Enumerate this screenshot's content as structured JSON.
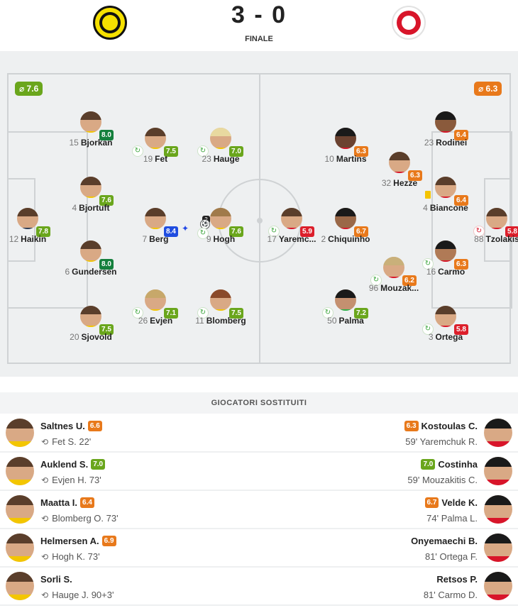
{
  "match": {
    "score": "3 - 0",
    "status": "FINALE",
    "home_team_rating": "⌀ 7.6",
    "away_team_rating": "⌀ 6.3"
  },
  "lineup": {
    "home": [
      {
        "num": "15",
        "name": "Bjorkan",
        "rating": "8.0",
        "color": "#15803d"
      },
      {
        "num": "19",
        "name": "Fet",
        "rating": "7.5",
        "color": "#6aa61c"
      },
      {
        "num": "23",
        "name": "Hauge",
        "rating": "7.0",
        "color": "#6aa61c"
      },
      {
        "num": "4",
        "name": "Bjortuft",
        "rating": "7.6",
        "color": "#6aa61c"
      },
      {
        "num": "12",
        "name": "Haikin",
        "rating": "7.8",
        "color": "#6aa61c"
      },
      {
        "num": "7",
        "name": "Berg",
        "rating": "8.4",
        "color": "#1f4de0"
      },
      {
        "num": "9",
        "name": "Hogh",
        "rating": "7.6",
        "color": "#6aa61c",
        "goals": "2"
      },
      {
        "num": "6",
        "name": "Gundersen",
        "rating": "8.0",
        "color": "#15803d"
      },
      {
        "num": "26",
        "name": "Evjen",
        "rating": "7.1",
        "color": "#6aa61c"
      },
      {
        "num": "11",
        "name": "Blomberg",
        "rating": "7.5",
        "color": "#6aa61c"
      },
      {
        "num": "20",
        "name": "Sjovold",
        "rating": "7.5",
        "color": "#6aa61c"
      }
    ],
    "away": [
      {
        "num": "23",
        "name": "Rodinei",
        "rating": "6.4",
        "color": "#e8791b"
      },
      {
        "num": "10",
        "name": "Martins",
        "rating": "6.3",
        "color": "#e8791b"
      },
      {
        "num": "32",
        "name": "Hezze",
        "rating": "6.3",
        "color": "#e8791b"
      },
      {
        "num": "4",
        "name": "Biancone",
        "rating": "6.4",
        "color": "#e8791b"
      },
      {
        "num": "88",
        "name": "Tzolakis",
        "rating": "5.8",
        "color": "#dc1f2b"
      },
      {
        "num": "17",
        "name": "Yaremc...",
        "rating": "5.9",
        "color": "#dc1f2b"
      },
      {
        "num": "2",
        "name": "Chiquinho",
        "rating": "6.7",
        "color": "#e8791b"
      },
      {
        "num": "16",
        "name": "Carmo",
        "rating": "6.3",
        "color": "#e8791b"
      },
      {
        "num": "96",
        "name": "Mouzak...",
        "rating": "6.2",
        "color": "#e8791b"
      },
      {
        "num": "50",
        "name": "Palma",
        "rating": "7.2",
        "color": "#6aa61c"
      },
      {
        "num": "3",
        "name": "Ortega",
        "rating": "5.8",
        "color": "#dc1f2b"
      }
    ]
  },
  "subs_title": "GIOCATORI SOSTITUITI",
  "subs": [
    {
      "home": {
        "name": "Saltnes U.",
        "rating": "6.6",
        "color": "#e8791b",
        "replaced": "Fet S. 22'"
      },
      "away": {
        "name": "Kostoulas C.",
        "rating": "6.3",
        "color": "#e8791b",
        "replaced": "59' Yaremchuk R."
      }
    },
    {
      "home": {
        "name": "Auklend S.",
        "rating": "7.0",
        "color": "#6aa61c",
        "replaced": "Evjen H. 73'"
      },
      "away": {
        "name": "Costinha",
        "rating": "7.0",
        "color": "#6aa61c",
        "replaced": "59' Mouzakitis C."
      }
    },
    {
      "home": {
        "name": "Maatta I.",
        "rating": "6.4",
        "color": "#e8791b",
        "replaced": "Blomberg O. 73'"
      },
      "away": {
        "name": "Velde K.",
        "rating": "6.7",
        "color": "#e8791b",
        "replaced": "74' Palma L."
      }
    },
    {
      "home": {
        "name": "Helmersen A.",
        "rating": "6.9",
        "color": "#e8791b",
        "replaced": "Hogh K. 73'"
      },
      "away": {
        "name": "Onyemaechi B.",
        "rating": "",
        "color": "",
        "replaced": "81' Ortega F."
      }
    },
    {
      "home": {
        "name": "Sorli S.",
        "rating": "",
        "color": "",
        "replaced": "Hauge J. 90+3'"
      },
      "away": {
        "name": "Retsos P.",
        "rating": "",
        "color": "",
        "replaced": "81' Carmo D."
      }
    }
  ]
}
